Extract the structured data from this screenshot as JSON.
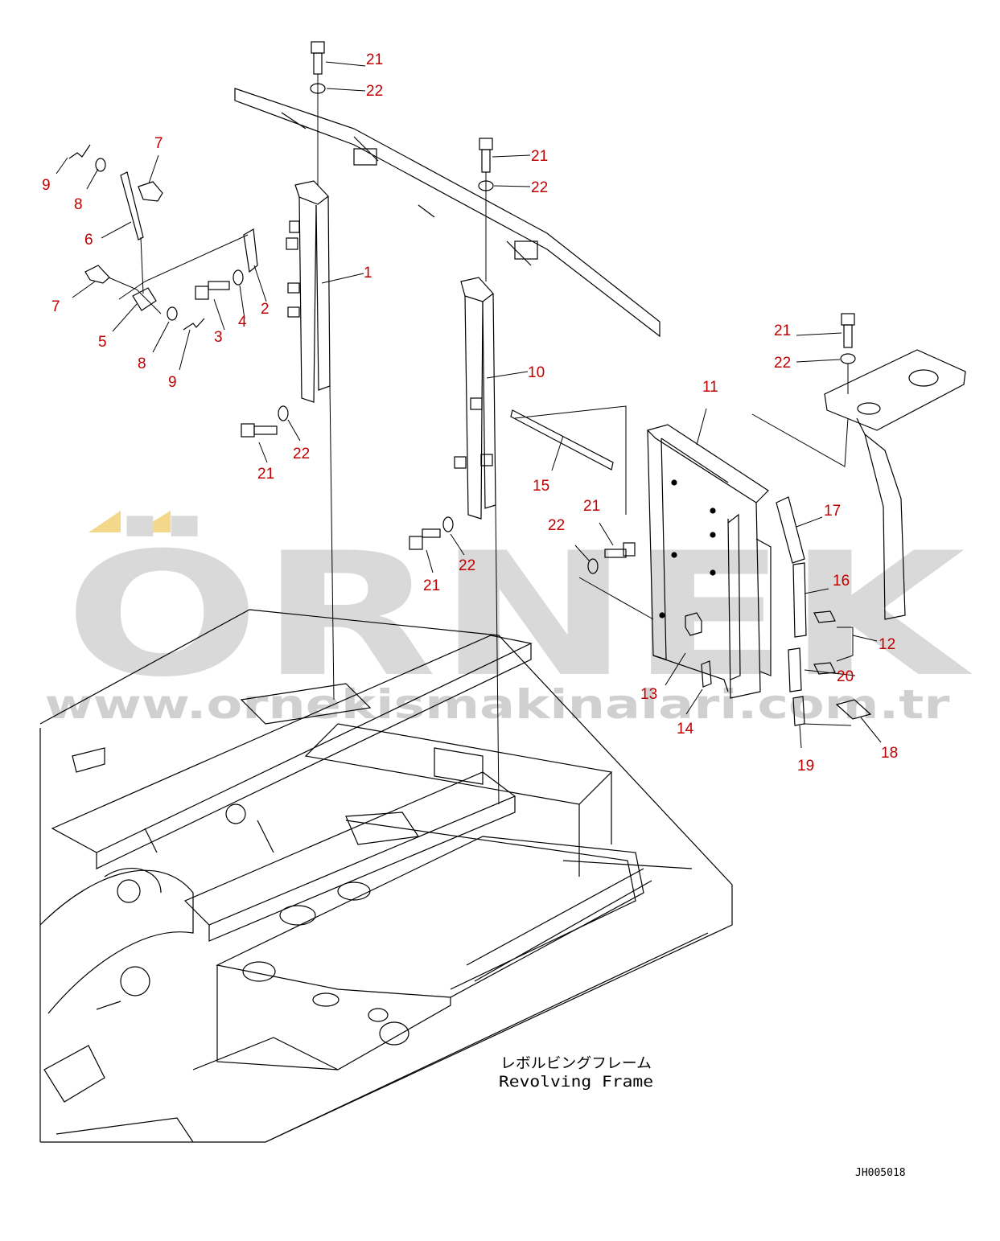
{
  "title_jp": "レボルビングフレーム",
  "title_en": "Revolving Frame",
  "drawing_code": "JH005018",
  "watermark": {
    "brand": "ÖRNEK",
    "url": "www.ornekismakinalari.com.tr"
  },
  "colors": {
    "callout": "#c00000",
    "line": "#000000",
    "watermark": "#d9d9d9",
    "accent": "#f3d78a"
  },
  "callouts": {
    "c1": "1",
    "c2": "2",
    "c3": "3",
    "c4": "4",
    "c5": "5",
    "c6": "6",
    "c7a": "7",
    "c7b": "7",
    "c8a": "8",
    "c8b": "8",
    "c9a": "9",
    "c9b": "9",
    "c10": "10",
    "c11": "11",
    "c12": "12",
    "c13": "13",
    "c14": "14",
    "c15": "15",
    "c16": "16",
    "c17": "17",
    "c18": "18",
    "c19": "19",
    "c20": "20",
    "c21a": "21",
    "c21b": "21",
    "c21c": "21",
    "c21d": "21",
    "c21e": "21",
    "c21f": "21",
    "c22a": "22",
    "c22b": "22",
    "c22c": "22",
    "c22d": "22",
    "c22e": "22",
    "c22f": "22"
  }
}
